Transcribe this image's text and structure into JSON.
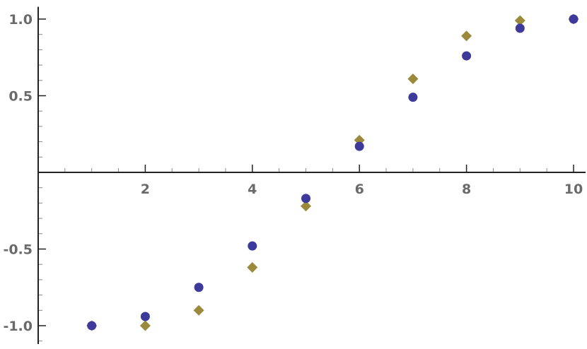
{
  "chart_data": {
    "type": "scatter",
    "title": "",
    "xlabel": "",
    "ylabel": "",
    "xlim": [
      0,
      10.2
    ],
    "ylim": [
      -1.12,
      1.08
    ],
    "grid": false,
    "legend": "none",
    "x_ticks": [
      2,
      4,
      6,
      8,
      10
    ],
    "x_tick_labels": [
      "2",
      "4",
      "6",
      "8",
      "10"
    ],
    "y_ticks": [
      -1.0,
      -0.5,
      0.5,
      1.0
    ],
    "y_tick_labels": [
      "-1.0",
      "-0.5",
      "0.5",
      "1.0"
    ],
    "series": [
      {
        "marker": "diamond",
        "color": "#9b8a3c",
        "x": [
          1,
          2,
          3,
          4,
          5,
          6,
          7,
          8,
          9,
          10
        ],
        "y": [
          -1.0,
          -1.0,
          -0.9,
          -0.62,
          -0.22,
          0.21,
          0.61,
          0.89,
          0.99,
          1.0
        ]
      },
      {
        "marker": "circle",
        "color": "#3d3a9c",
        "x": [
          1,
          2,
          3,
          4,
          5,
          6,
          7,
          8,
          9,
          10
        ],
        "y": [
          -1.0,
          -0.94,
          -0.75,
          -0.48,
          -0.17,
          0.17,
          0.49,
          0.76,
          0.94,
          1.0
        ]
      }
    ]
  }
}
